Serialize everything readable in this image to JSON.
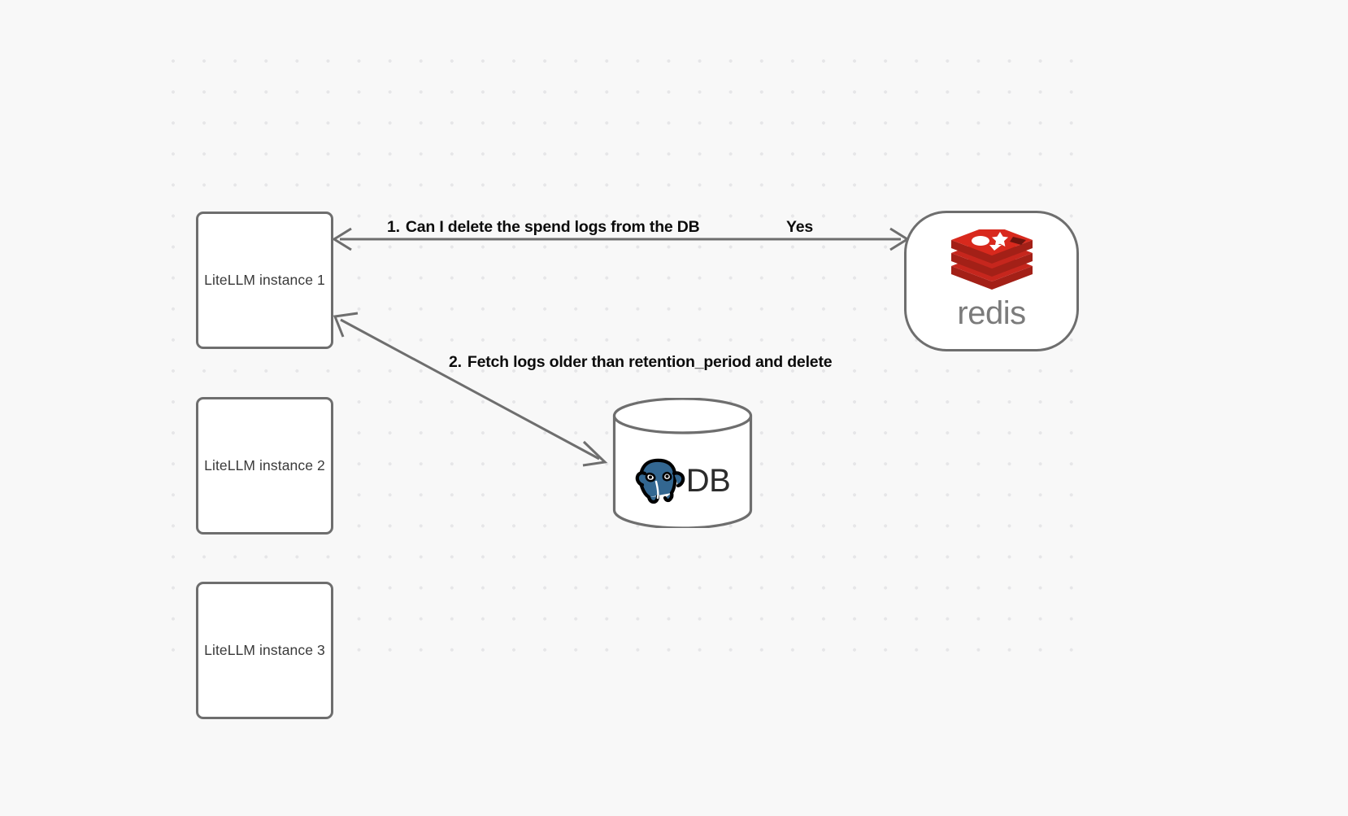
{
  "canvas": {
    "background_color": "#f8f8f8",
    "grid_dot_color": "#e6e6e8"
  },
  "nodes": {
    "litellm_1": {
      "label": "LiteLLM instance 1"
    },
    "litellm_2": {
      "label": "LiteLLM instance 2"
    },
    "litellm_3": {
      "label": "LiteLLM instance 3"
    },
    "redis": {
      "label": "redis",
      "logo_name": "redis-logo",
      "logo_color": "#d32b20",
      "wordmark_color": "#7b7b7b"
    },
    "database": {
      "label": "DB",
      "logo_name": "postgresql-elephant-logo",
      "logo_color": "#336791",
      "shape": "cylinder",
      "border_color": "#6e6e6e"
    }
  },
  "edges": [
    {
      "id": "edge-1",
      "from": "litellm_1",
      "to": "redis",
      "step": "1.",
      "label": "Can I delete the spend logs from the DB",
      "reply_label": "Yes",
      "arrow_color": "#6e6e6e",
      "direction": "bidirectional"
    },
    {
      "id": "edge-2",
      "from": "litellm_1",
      "to": "database",
      "step": "2.",
      "label": "Fetch logs older than retention_period and delete",
      "arrow_color": "#6e6e6e",
      "direction": "bidirectional"
    }
  ]
}
